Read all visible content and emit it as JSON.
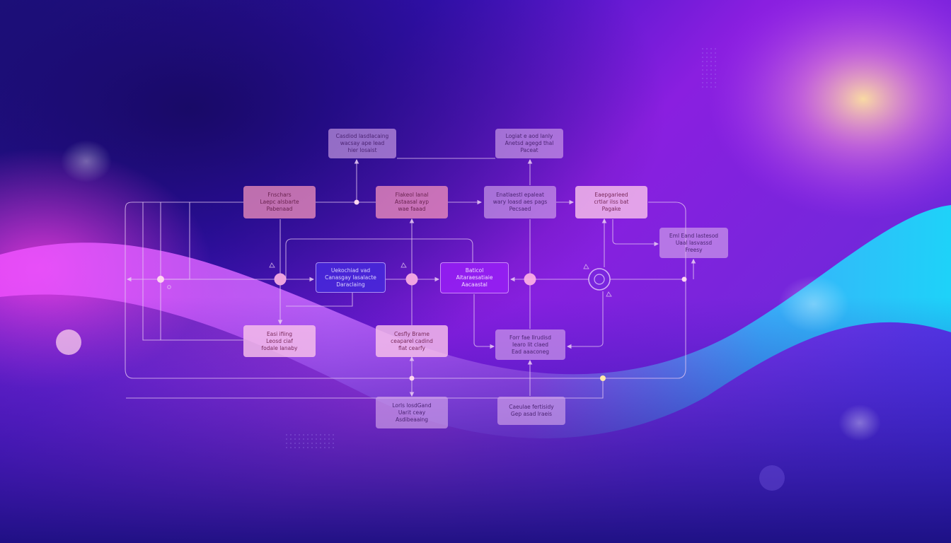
{
  "diagram": {
    "nodes": [
      {
        "id": "n1",
        "lines": [
          "Casdiod lasdlacaing",
          "wacsay ape lead",
          "hier losaist"
        ]
      },
      {
        "id": "n2",
        "lines": [
          "Logiat e aod lanly",
          "Anetsd agegd thal",
          "Paceat"
        ]
      },
      {
        "id": "n3",
        "lines": [
          "Fnschars",
          "Laepc alsbarte",
          "Pabenaad"
        ]
      },
      {
        "id": "n4",
        "lines": [
          "Flakeol lanal",
          "Astaasal ayp",
          "wae faaad"
        ]
      },
      {
        "id": "n5",
        "lines": [
          "Enatlaestl epaleat",
          "wary loasd aes pags",
          "Pecsaed"
        ]
      },
      {
        "id": "n6",
        "lines": [
          "Eaepgarieed",
          "crtlar ilss bat",
          "Pagake"
        ]
      },
      {
        "id": "n7",
        "lines": [
          "Eml Eand lastesod",
          "Uaal lasvassd",
          "Freesy"
        ]
      },
      {
        "id": "n8",
        "lines": [
          "Uekochiad vad",
          "Canasgay lasalacte",
          "Daraclaing"
        ]
      },
      {
        "id": "n9",
        "lines": [
          "Baticol",
          "Aitaraesatiaie",
          "Aacaastal"
        ]
      },
      {
        "id": "n10",
        "lines": [
          "Easi ifiing",
          "Leosd ciaf",
          "fodale lanaby"
        ]
      },
      {
        "id": "n11",
        "lines": [
          "Cesfly Brame",
          "ceaparel cadind",
          "flat cearfy"
        ]
      },
      {
        "id": "n12",
        "lines": [
          "Forr fae Ilrudisd",
          "Iearo lit claed",
          "Ead aaaconeg"
        ]
      },
      {
        "id": "n13",
        "lines": [
          "Lorls losdGand",
          "Uarit ceay",
          "Asdibeaaing"
        ]
      },
      {
        "id": "n14",
        "lines": [
          "Caeulae fertisidy",
          "Gep asad lraeis"
        ]
      }
    ]
  }
}
